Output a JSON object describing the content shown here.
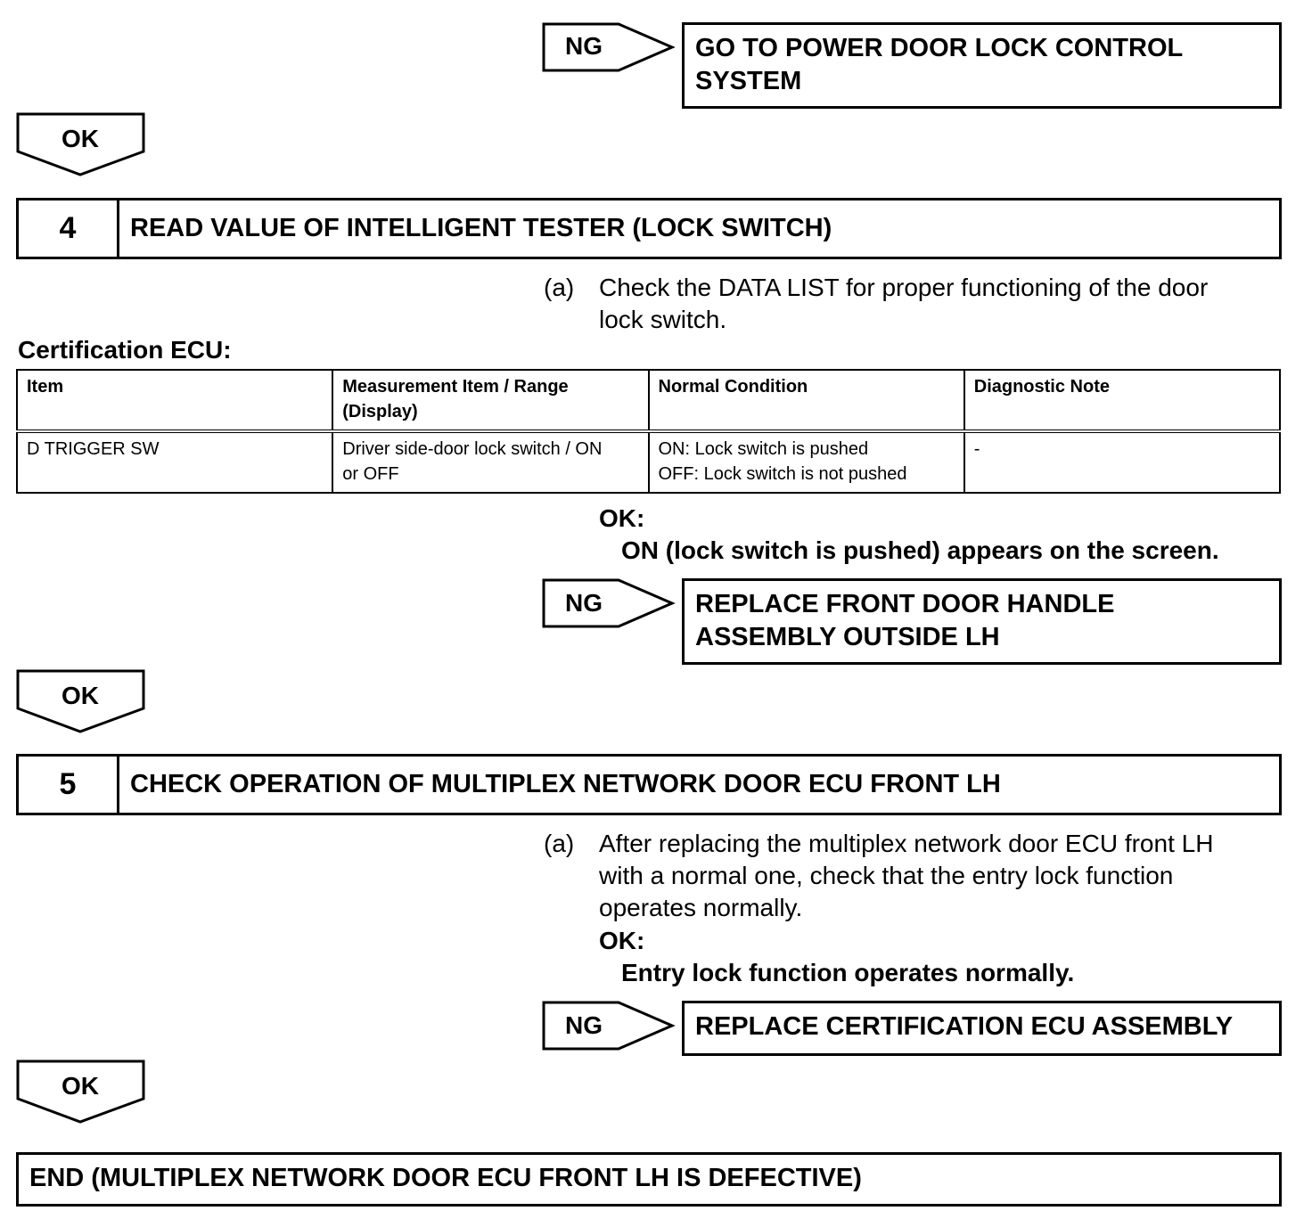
{
  "block1": {
    "ng_label": "NG",
    "ng_box_line1": "GO TO POWER DOOR LOCK CONTROL",
    "ng_box_line2": "SYSTEM",
    "ok_label": "OK"
  },
  "step4": {
    "number": "4",
    "title": "READ VALUE OF INTELLIGENT TESTER (LOCK SWITCH)",
    "item_marker": "(a)",
    "item_line1": "Check the DATA LIST for proper functioning of the door",
    "item_line2": "lock switch.",
    "table_caption": "Certification ECU:",
    "table": {
      "headers": [
        "Item",
        "Measurement Item / Range",
        "(Display)",
        "Normal Condition",
        "Diagnostic Note"
      ],
      "row": {
        "item": "D TRIGGER SW",
        "range_line1": "Driver side-door lock switch / ON",
        "range_line2": "or OFF",
        "cond_line1": "ON: Lock switch is pushed",
        "cond_line2": "OFF: Lock switch is not pushed",
        "note": "-"
      }
    },
    "ok_heading": "OK:",
    "ok_text": "ON (lock switch is pushed) appears on the screen.",
    "ng_label": "NG",
    "ng_box_line1": "REPLACE FRONT DOOR HANDLE",
    "ng_box_line2": "ASSEMBLY OUTSIDE LH",
    "ok_label": "OK"
  },
  "step5": {
    "number": "5",
    "title": "CHECK OPERATION OF MULTIPLEX NETWORK DOOR ECU FRONT LH",
    "item_marker": "(a)",
    "item_line1": "After replacing the multiplex network door ECU front LH",
    "item_line2": "with a normal one, check that the entry lock function",
    "item_line3": "operates normally.",
    "ok_heading": "OK:",
    "ok_text": "Entry lock function operates normally.",
    "ng_label": "NG",
    "ng_box_line1": "REPLACE CERTIFICATION ECU ASSEMBLY",
    "ok_label": "OK"
  },
  "end": {
    "text": "END (MULTIPLEX NETWORK DOOR ECU FRONT LH IS DEFECTIVE)"
  },
  "icons": {
    "ng_arrow": "right-pointing-pentagon",
    "ok_arrow": "down-pointing-pentagon"
  }
}
